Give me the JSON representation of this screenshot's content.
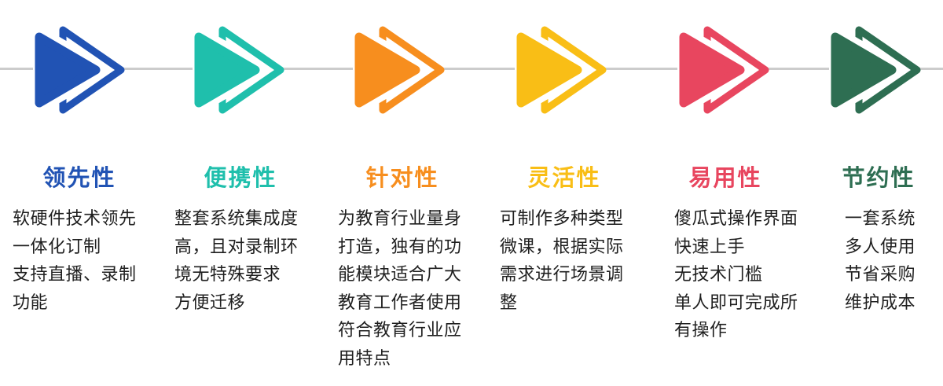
{
  "banner": {
    "background_color": "#ffffff",
    "divider_color": "#cccccc",
    "body_text_color": "#1f1f1f"
  },
  "icons": {
    "column_marker": "double-play-arrow-icon"
  },
  "columns": [
    {
      "title": "领先性",
      "color": "#2153b4",
      "lines": [
        "软硬件技术领先",
        "一体化订制",
        "支持直播、录制",
        "功能"
      ]
    },
    {
      "title": "便携性",
      "color": "#1fbfac",
      "lines": [
        "整套系统集成度",
        "高，且对录制环",
        "境无特殊要求",
        "方便迁移"
      ]
    },
    {
      "title": "针对性",
      "color": "#f78e1e",
      "lines": [
        "为教育行业量身",
        "打造，独有的功",
        "能模块适合广大",
        "教育工作者使用",
        "符合教育行业应",
        "用特点"
      ]
    },
    {
      "title": "灵活性",
      "color": "#f9be16",
      "lines": [
        "可制作多种类型",
        "微课，根据实际",
        "需求进行场景调",
        "整"
      ]
    },
    {
      "title": "易用性",
      "color": "#e8465f",
      "lines": [
        "傻瓜式操作界面",
        "快速上手",
        "无技术门槛",
        "单人即可完成所",
        "有操作"
      ]
    },
    {
      "title": "节约性",
      "color": "#2e6e52",
      "lines": [
        "一套系统",
        "多人使用",
        "节省采购",
        "维护成本"
      ]
    }
  ]
}
